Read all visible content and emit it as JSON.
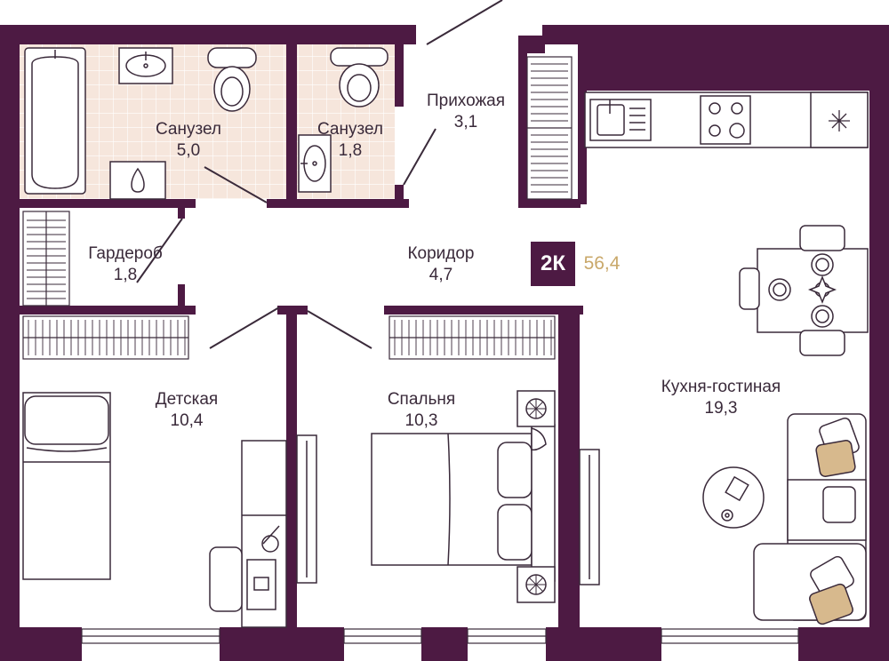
{
  "colors": {
    "wall": "#4d1a43",
    "floor": "#ffffff",
    "tile": "#f6e6dc",
    "furniture_stroke": "#3a2a3a",
    "pillow_accent": "#d7b98d"
  },
  "badge": {
    "type": "2К",
    "total_area": "56,4"
  },
  "rooms": {
    "bath_main": {
      "name": "Санузел",
      "area": "5,0"
    },
    "bath_small": {
      "name": "Санузел",
      "area": "1,8"
    },
    "hallway": {
      "name": "Прихожая",
      "area": "3,1"
    },
    "wardrobe": {
      "name": "Гардероб",
      "area": "1,8"
    },
    "corridor": {
      "name": "Коридор",
      "area": "4,7"
    },
    "kids": {
      "name": "Детская",
      "area": "10,4"
    },
    "bedroom": {
      "name": "Спальня",
      "area": "10,3"
    },
    "kitchen_living": {
      "name": "Кухня-гостиная",
      "area": "19,3"
    }
  },
  "icons": [
    "bathtub-icon",
    "sink-icon",
    "toilet-icon",
    "washing-machine-icon",
    "stove-icon",
    "fridge-icon",
    "dining-table-icon",
    "bed-icon",
    "sofa-icon",
    "desk-icon",
    "wardrobe-icon",
    "window-icon",
    "door-icon"
  ]
}
